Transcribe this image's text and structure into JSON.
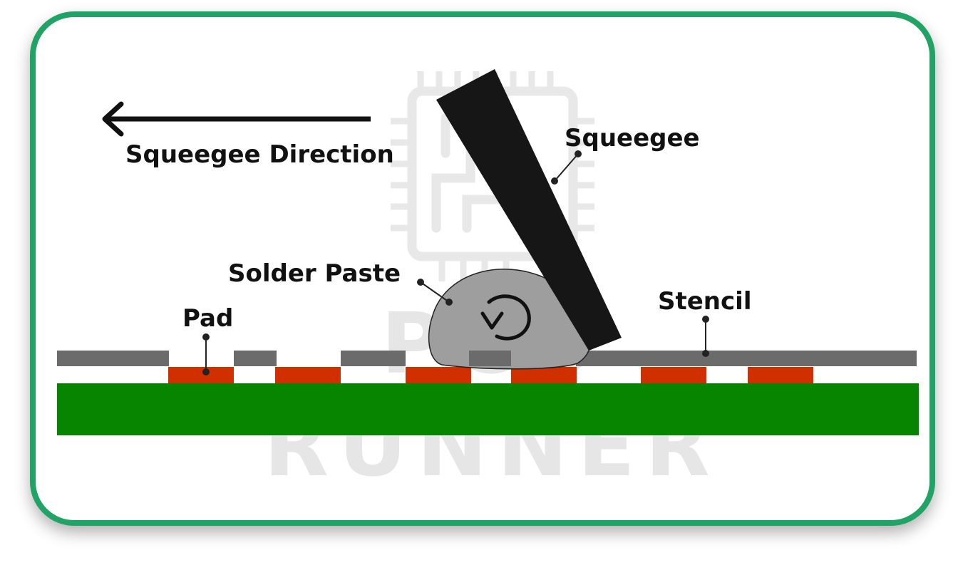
{
  "labels": {
    "direction": "Squeegee Direction",
    "squeegee": "Squeegee",
    "solder_paste": "Solder Paste",
    "stencil": "Stencil",
    "pad": "Pad"
  },
  "watermark": {
    "line1": "PCB",
    "line2": "RUNNER"
  },
  "colors": {
    "frame": "#21a366",
    "board": "#078500",
    "pad": "#d03000",
    "stencil": "#6b6b6b",
    "squeegee": "#161616",
    "paste": "#9e9e9e",
    "watermark": "#e6e6e6"
  }
}
